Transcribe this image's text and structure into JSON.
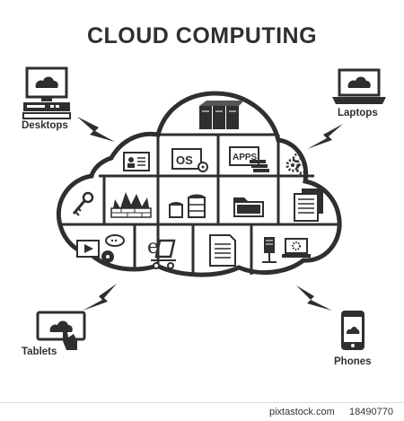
{
  "title": "CLOUD COMPUTING",
  "devices": {
    "desktops": "Desktops",
    "laptops": "Laptops",
    "tablets": "Tablets",
    "phones": "Phones"
  },
  "cloud_tiles": {
    "os": "OS",
    "apps": "APPS"
  },
  "footer": {
    "site": "pixtastock.com",
    "image_id": "18490770"
  },
  "colors": {
    "ink": "#2f2f2f",
    "background": "#ffffff"
  }
}
